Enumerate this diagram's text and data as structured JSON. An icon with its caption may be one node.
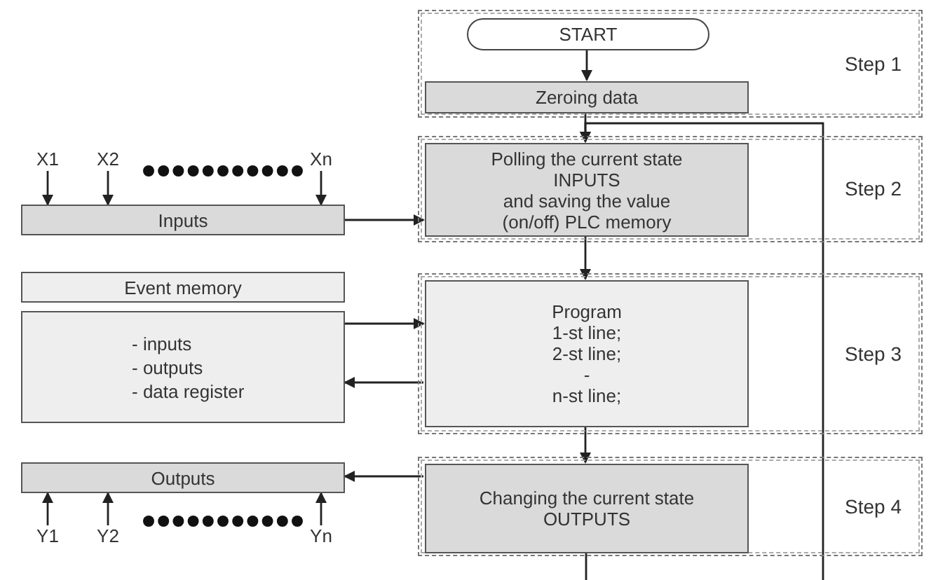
{
  "diagram": {
    "nodes": [
      {
        "text": [
          "Step 1"
        ]
      },
      {
        "text": [
          "START"
        ],
        "in": 0
      },
      {
        "text": [
          "Zeroing data"
        ],
        "in": 0
      },
      {
        "text": [
          "X1"
        ]
      },
      {
        "text": [
          "X2"
        ]
      },
      {
        "text": [
          "Xn"
        ]
      },
      {
        "text": [
          "Inputs"
        ]
      },
      {
        "text": [
          "Step 2"
        ]
      },
      {
        "text": [
          "Polling the current state",
          "INPUTS",
          "and saving the value",
          "(on/off) PLC memory"
        ],
        "in": 7
      },
      {
        "text": [
          "Event memory"
        ]
      },
      {
        "text": [
          "- inputs",
          "- outputs",
          "- data register"
        ]
      },
      {
        "text": [
          "Step 3"
        ]
      },
      {
        "text": [
          "Program",
          "1-st line;",
          "2-st line;",
          "-",
          "n-st line;"
        ],
        "in": 11
      },
      {
        "text": [
          "Outputs"
        ]
      },
      {
        "text": [
          "Step 4"
        ]
      },
      {
        "text": [
          "Changing the current state",
          "OUTPUTS"
        ],
        "in": 14
      },
      {
        "text": [
          "Y1"
        ]
      },
      {
        "text": [
          "Y2"
        ]
      },
      {
        "text": [
          "Yn"
        ]
      }
    ],
    "edges": [
      {
        "from": 1,
        "to": 2,
        "arrow": "to"
      },
      {
        "from": 2,
        "to": 8,
        "arrow": "to"
      },
      {
        "from": 3,
        "to": 6,
        "arrow": "to"
      },
      {
        "from": 4,
        "to": 6,
        "arrow": "to"
      },
      {
        "from": 5,
        "to": 6,
        "arrow": "to"
      },
      {
        "from": 6,
        "to": 8,
        "arrow": "to"
      },
      {
        "from": 8,
        "to": 12,
        "arrow": "to"
      },
      {
        "from": 10,
        "to": 12,
        "arrow": "to"
      },
      {
        "from": 12,
        "to": 10,
        "arrow": "to"
      },
      {
        "from": 12,
        "to": 15,
        "arrow": "to"
      },
      {
        "from": 15,
        "to": 13,
        "arrow": "to"
      },
      {
        "from": 15,
        "to": null,
        "arrow": "none"
      },
      {
        "from": null,
        "to": 8,
        "arrow": "to"
      },
      {
        "from": 16,
        "to": 13,
        "arrow": "to"
      },
      {
        "from": 17,
        "to": 13,
        "arrow": "to"
      },
      {
        "from": 18,
        "to": 13,
        "arrow": "to"
      }
    ]
  }
}
